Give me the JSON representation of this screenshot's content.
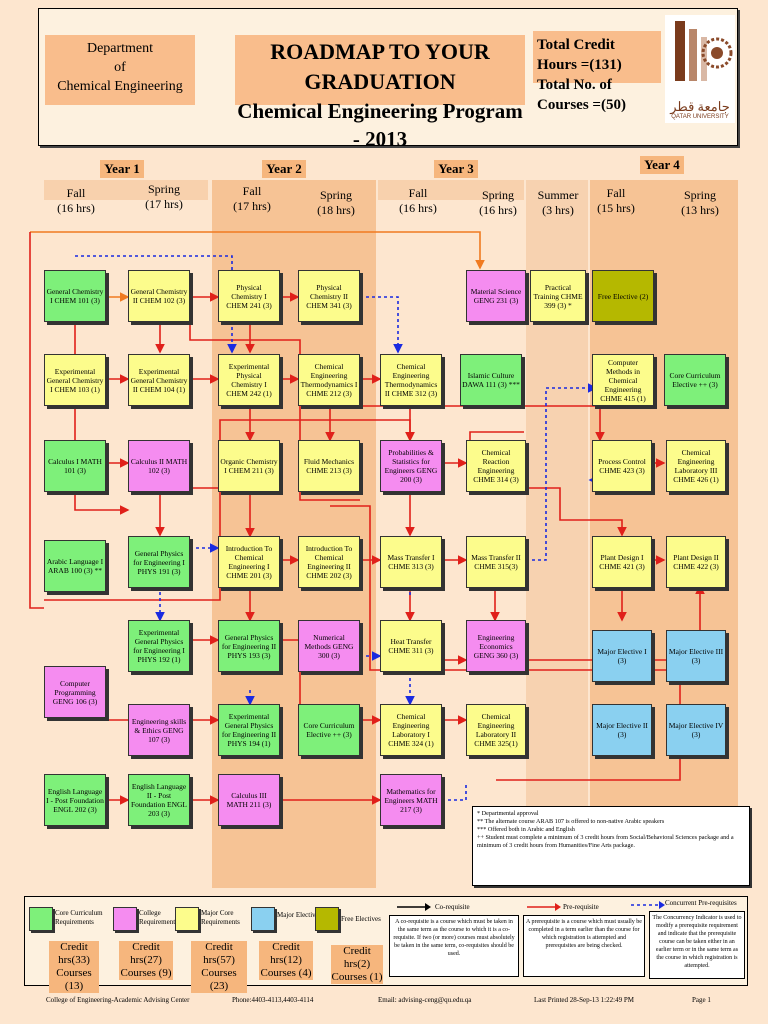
{
  "header": {
    "dept_lines": [
      "Department",
      "of",
      "Chemical Engineering"
    ],
    "title_line1": "ROADMAP TO YOUR GRADUATION",
    "title_line2": "Chemical Engineering Program - 2013",
    "total_credit": "Total Credit Hours =(131)",
    "total_courses": "Total No. of Courses =(50)",
    "logo_arabic": "جامعة قطر",
    "logo_english": "QATAR UNIVERSITY"
  },
  "years": [
    "Year 1",
    "Year 2",
    "Year 3",
    "Year 4"
  ],
  "semesters": [
    {
      "name": "Fall",
      "hrs": "(16 hrs)"
    },
    {
      "name": "Spring",
      "hrs": "(17 hrs)"
    },
    {
      "name": "Fall",
      "hrs": "(17 hrs)"
    },
    {
      "name": "Spring",
      "hrs": "(18 hrs)"
    },
    {
      "name": "Fall",
      "hrs": "(16 hrs)"
    },
    {
      "name": "Spring",
      "hrs": "(16 hrs)"
    },
    {
      "name": "Summer",
      "hrs": "(3 hrs)"
    },
    {
      "name": "Fall",
      "hrs": "(15 hrs)"
    },
    {
      "name": "Spring",
      "hrs": "(13 hrs)"
    }
  ],
  "courses": {
    "chem101": "General Chemistry I CHEM 101 (3)",
    "chem102": "General Chemistry II CHEM 102 (3)",
    "chem241": "Physical Chemistry I CHEM 241 (3)",
    "chem341": "Physical Chemistry II CHEM 341 (3)",
    "geng231": "Material Science GENG 231 (3)",
    "chme399": "Practical Training CHME 399 (3) *",
    "free": "Free Elective (2)",
    "chem103": "Experimental General Chemistry I CHEM 103 (1)",
    "chem104": "Experimental General Chemistry II CHEM 104 (1)",
    "chem242": "Experimental Physical Chemistry I CHEM 242 (1)",
    "chme212": "Chemical Engineering Thermodynamics I CHME 212 (3)",
    "chme312": "Chemical Engineering Thermodynamics II CHME 312 (3)",
    "dawa111": "Islamic Culture DAWA 111 (3) ***",
    "chme415": "Computer Methods in Chemical Engineering CHME 415 (1)",
    "core_elective_1": "Core Curriculum Elective ++ (3)",
    "math101": "Calculus I MATH 101 (3)",
    "math102": "Calculus II MATH 102 (3)",
    "chem211": "Organic Chemistry I CHEM 211 (3)",
    "chme213": "Fluid Mechanics CHME 213 (3)",
    "geng200": "Probabilities & Statistics for Engineers GENG 200 (3)",
    "chme314": "Chemical Reaction Engineering CHME 314 (3)",
    "chme423": "Process Control CHME 423 (3)",
    "chme426": "Chemical Engineering Laboratory III CHME 426 (1)",
    "arab100": "Arabic Language I ARAB 100 (3) **",
    "phys191": "General Physics for Engineering I PHYS 191 (3)",
    "chme201": "Introduction To Chemical Engineering I CHME 201 (3)",
    "chme202": "Introduction To Chemical Engineering II CHME 202 (3)",
    "chme313": "Mass Transfer I CHME 313 (3)",
    "chme315": "Mass Transfer II CHME 315(3)",
    "chme421": "Plant Design I CHME 421 (3)",
    "chme422": "Plant Design II CHME 422 (3)",
    "phys192": "Experimental General Physics for Engineering I PHYS 192 (1)",
    "phys193": "General Physics for Engineering II PHYS 193 (3)",
    "geng300": "Numerical Methods GENG 300 (3)",
    "chme311": "Heat Transfer CHME 311 (3)",
    "geng360": "Engineering Economics GENG 360 (3)",
    "major1": "Major Elective I (3)",
    "major3": "Major Elective III (3)",
    "geng106": "Computer Programming GENG 106 (3)",
    "geng107": "Engineering skills & Ethics GENG 107 (3)",
    "phys194": "Experimental General Physics for Engineering II PHYS 194 (1)",
    "core_elective_2": "Core Curriculum Elective ++ (3)",
    "chme324": "Chemical Engineering Laboratory I CHME 324 (1)",
    "chme325": "Chemical Engineering Laboratory II CHME 325(1)",
    "major2": "Major Elective II (3)",
    "major4": "Major Elective IV (3)",
    "engl202": "English Language I - Post Foundation ENGL 202 (3)",
    "engl203": "English Language II - Post Foundation ENGL 203 (3)",
    "math211": "Calculus III MATH 211 (3)",
    "math217": "Mathematics for Engineers MATH 217 (3)"
  },
  "notes": [
    "* Departmental approval",
    "** The alternate course ARAB 107 is offered to non-native Arabic speakers",
    "*** Offered both in Arabic and English",
    "++ Student must complete a minimum of 3 credit hours from Social/Behavioral Sciences package and a minimum of 3 credit hours from Humanities/Fine Arts package."
  ],
  "legend": {
    "items": [
      {
        "label": "Core Curriculum Requirements",
        "credit": "Credit hrs(33)",
        "courses": "Courses (13)",
        "color": "#7ef07a"
      },
      {
        "label": "College Requirements",
        "credit": "Credit hrs(27)",
        "courses": "Courses (9)",
        "color": "#f58cf0"
      },
      {
        "label": "Major Core Requirements",
        "credit": "Credit hrs(57)",
        "courses": "Courses (23)",
        "color": "#fcfc8c"
      },
      {
        "label": "Major Electives",
        "credit": "Credit hrs(12)",
        "courses": "Courses (4)",
        "color": "#8ad0f0"
      },
      {
        "label": "Free Electives",
        "credit": "Credit hrs(2)",
        "courses": "Courses (1)",
        "color": "#b5b800"
      }
    ],
    "coreq_label": "Co-requisite",
    "coreq_text": "A co-requisite is a course which must be taken in the same term as the course to which it is a co-requisite. If two (or more) courses must absolutely be taken in the same term, co-requisites should be used.",
    "prereq_label": "Pre-requisite",
    "prereq_text": "A prerequisite is a course which must usually be completed in a term earlier than the course for which registration is attempted and prerequisites are being checked.",
    "concurrent_label": "Concurrent Pre-requisites",
    "concurrent_text": "The Concurrency Indicator is used to modify a prerequisite requirement and indicate that the prerequisite course can be taken either in an earlier term or in the same term as the course in which registration is attempted."
  },
  "footer": {
    "center": "College of Engineering-Academic Advising Center",
    "phone": "Phone:4403-4113,4403-4114",
    "email": "Email: advising-ceng@qu.edu.qa",
    "printed": "Last Printed 28-Sep-13 1:22:49 PM",
    "page": "Page 1"
  }
}
